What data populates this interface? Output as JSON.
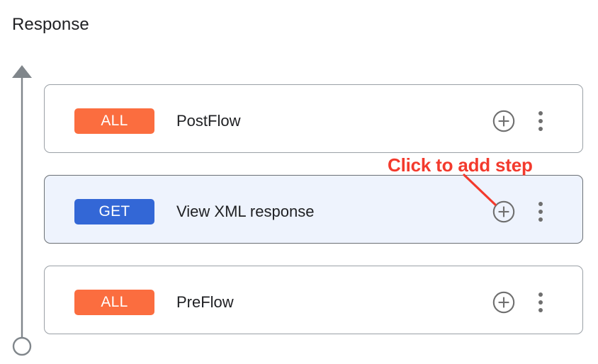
{
  "page": {
    "title": "Response"
  },
  "flow_axis": {
    "icon_top": "arrow-up",
    "icon_bottom": "circle-endpoint",
    "color": "#80868b"
  },
  "annotation": {
    "text": "Click to add step",
    "color": "#f33a2d"
  },
  "colors": {
    "badge_all": "#fb6d3f",
    "badge_get": "#3367d6",
    "selected_row_bg": "#eef3fd",
    "card_border": "#9aa0a6",
    "icon_gray": "#6f6f6f"
  },
  "icons": {
    "add_step": "plus-circle-icon",
    "overflow": "kebab-menu-icon"
  },
  "flow_rows": [
    {
      "method": "ALL",
      "method_color": "#fb6d3f",
      "name": "PostFlow",
      "selected": false,
      "add_label": "Add step",
      "menu_label": "More options"
    },
    {
      "method": "GET",
      "method_color": "#3367d6",
      "name": "View XML response",
      "selected": true,
      "add_label": "Add step",
      "menu_label": "More options"
    },
    {
      "method": "ALL",
      "method_color": "#fb6d3f",
      "name": "PreFlow",
      "selected": false,
      "add_label": "Add step",
      "menu_label": "More options"
    }
  ]
}
